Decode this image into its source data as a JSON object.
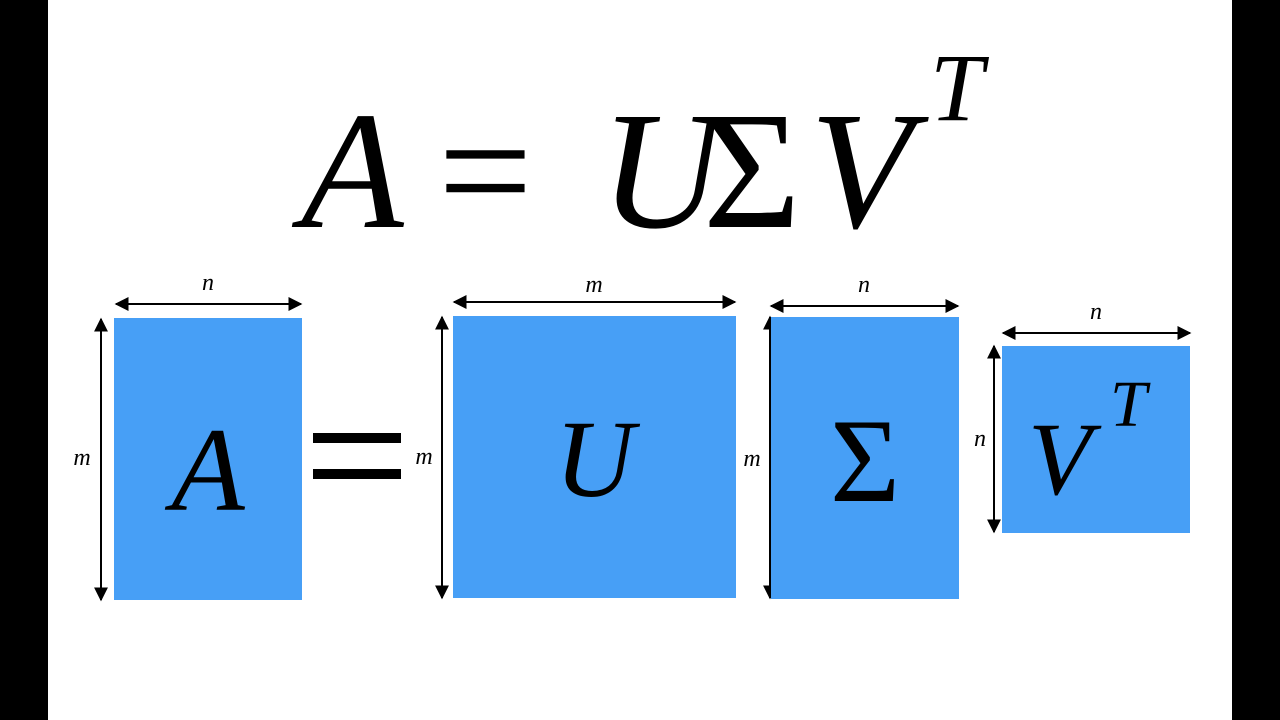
{
  "equation": {
    "lhs": "A",
    "equals": "=",
    "u": "U",
    "sigma": "Σ",
    "v": "V",
    "superscript": "T"
  },
  "matrices": {
    "a": {
      "label": "A",
      "width_dim": "n",
      "height_dim": "m"
    },
    "equals": "=",
    "u": {
      "label": "U",
      "width_dim": "m",
      "height_dim": "m"
    },
    "sigma": {
      "label": "Σ",
      "width_dim": "n",
      "height_dim": "m"
    },
    "vt": {
      "label": "V",
      "superscript": "T",
      "width_dim": "n",
      "height_dim": "n"
    }
  },
  "colors": {
    "matrix_fill": "#479ff6",
    "side_bars": "#000000",
    "background": "#ffffff"
  }
}
